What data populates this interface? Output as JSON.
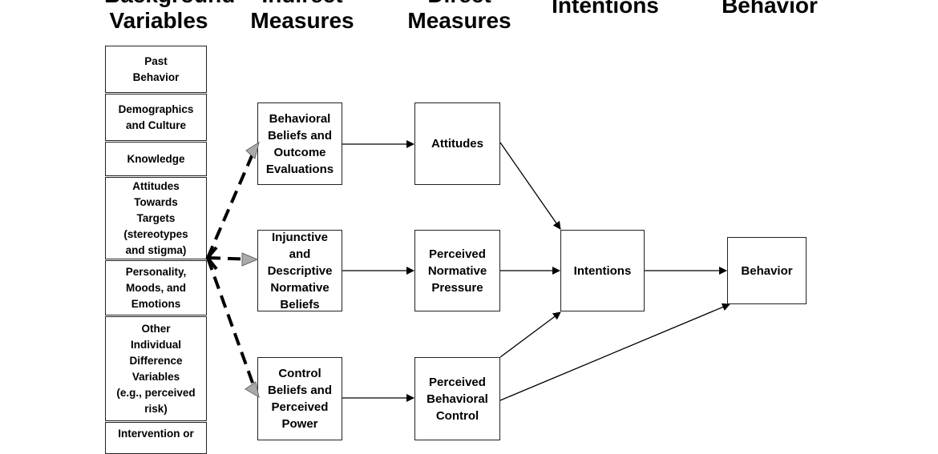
{
  "headers": {
    "background": {
      "line1": "Background",
      "line2": "Variables"
    },
    "indirect": {
      "line1": "Indirect",
      "line2": "Measures"
    },
    "direct": {
      "line1": "Direct",
      "line2": "Measures"
    },
    "intentions": "Intentions",
    "behavior": "Behavior"
  },
  "background_variables": [
    "Past\nBehavior",
    "Demographics\nand Culture",
    "Knowledge",
    "Attitudes\nTowards\nTargets\n(stereotypes\nand stigma)",
    "Personality,\nMoods, and\nEmotions",
    "Other\nIndividual\nDifference\nVariables\n(e.g., perceived\nrisk)",
    "Intervention or"
  ],
  "indirect_measures": [
    "Behavioral\nBeliefs and\nOutcome\nEvaluations",
    "Injunctive\nand\nDescriptive\nNormative\nBeliefs",
    "Control\nBeliefs and\nPerceived\nPower"
  ],
  "direct_measures": [
    "Attitudes",
    "Perceived\nNormative\nPressure",
    "Perceived\nBehavioral\nControl"
  ],
  "intentions_box": "Intentions",
  "behavior_box": "Behavior"
}
